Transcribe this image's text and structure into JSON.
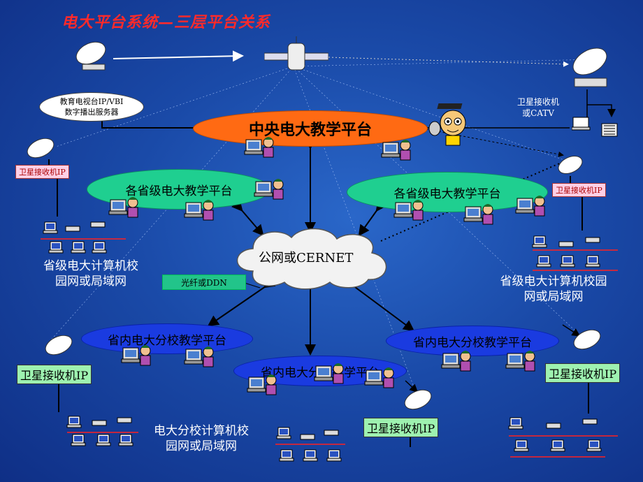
{
  "title": "电大平台系统—三层平台关系",
  "central_platform": "中央电大教学平台",
  "provincial_platforms": [
    "各省级电大教学平台",
    "各省级电大教学平台"
  ],
  "network": "公网或CERNET",
  "link_type": "光纤或DDN",
  "broadcast_server": [
    "教育电视台IP/VBI",
    "数字播出服务器"
  ],
  "branch_platforms": [
    "省内电大分校教学平台",
    "省内电大分校教学平台",
    "省内电大分校教学平台"
  ],
  "satellite_receiver_catv": [
    "卫星接收机",
    "或CATV"
  ],
  "satellite_receiver_ip": "卫星接收机IP",
  "provincial_campus_left": [
    "省级电大计算机校",
    "园网或局域网"
  ],
  "provincial_campus_right": [
    "省级电大计算机校园",
    "网或局域网"
  ],
  "branch_campus": [
    "电大分校计算机校",
    "园网或局域网"
  ],
  "colors": {
    "central": "#ff6a13",
    "provincial": "#1fcf90",
    "branch": "#1a3be0",
    "background": "#1a4aa8"
  }
}
